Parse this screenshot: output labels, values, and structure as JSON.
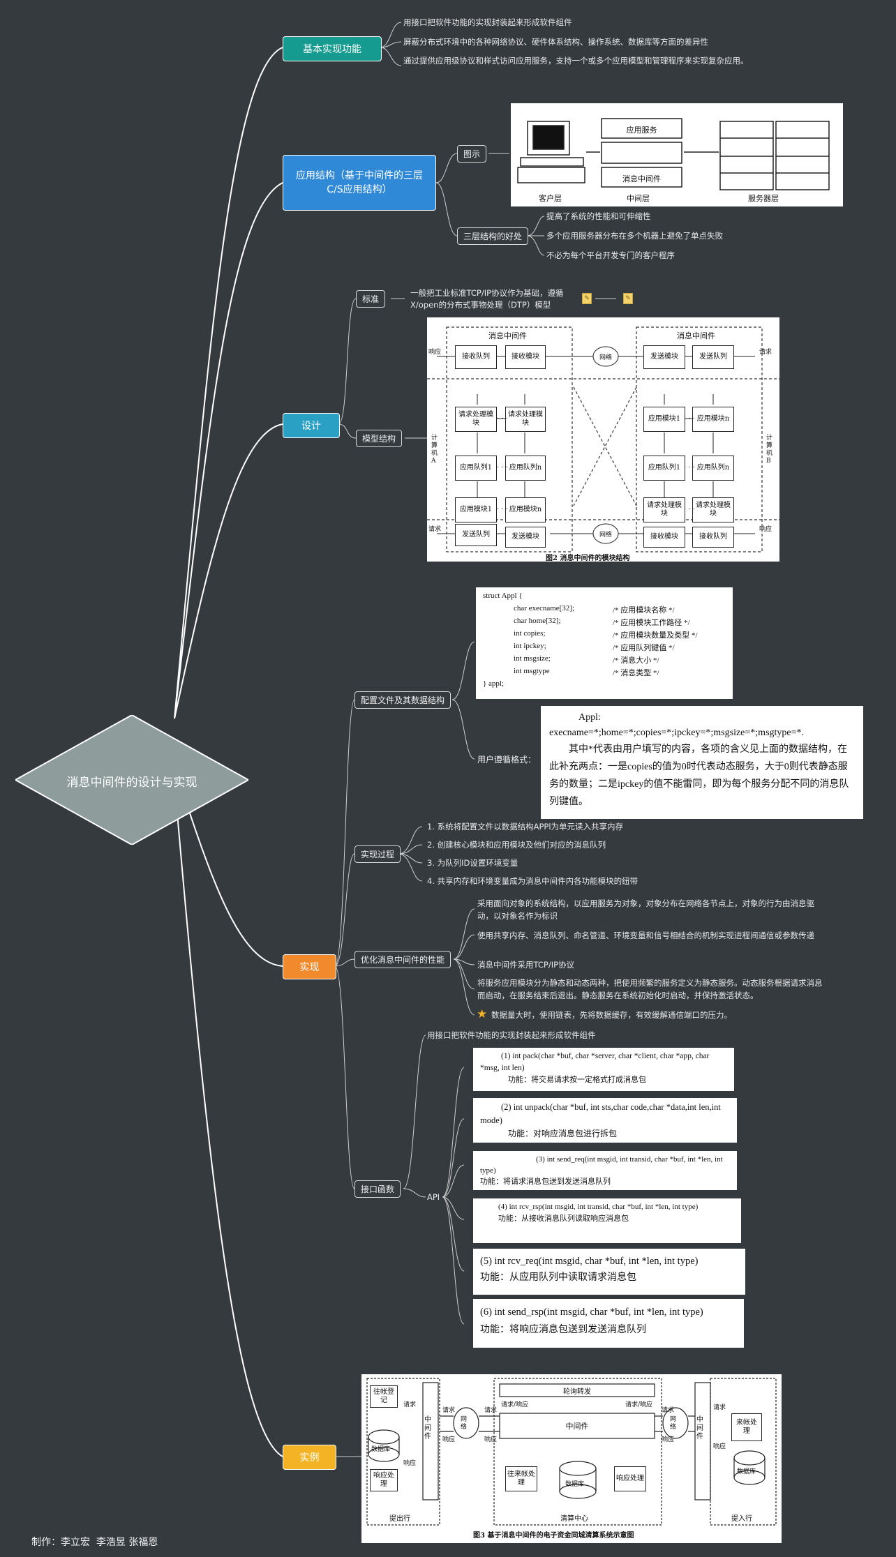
{
  "root": {
    "title": "消息中间件的设计与实现"
  },
  "credit": "制作：李立宏  李浩昱 张福恩",
  "basic": {
    "title": "基本实现功能",
    "items": [
      "用接口把软件功能的实现封装起来形成软件组件",
      "屏蔽分布式环境中的各种网络协议、硬件体系结构、操作系统、数据库等方面的差异性",
      "通过提供应用级协议和样式访问应用服务，支持一个或多个应用模型和管理程序来实现复杂应用。"
    ]
  },
  "structure": {
    "title": "应用结构（基于中间件的三层C/S应用结构）",
    "diagram_label": "图示",
    "diagram": {
      "app_service": "应用服务",
      "mq_middleware": "消息中间件",
      "client": "客户层",
      "middle": "中间层",
      "server": "服务器层"
    },
    "benefit_label": "三层结构的好处",
    "benefits": [
      "提高了系统的性能和可伸缩性",
      "多个应用服务器分布在多个机器上避免了单点失败",
      "不必为每个平台开发专门的客户程序"
    ]
  },
  "design": {
    "title": "设计",
    "standard_label": "标准",
    "standard_text": "一般把工业标准TCP/IP协议作为基础，遵循X/open的分布式事物处理（DTP）模型",
    "model_label": "模型结构",
    "fig2": {
      "left_title": "消息中间件",
      "right_title": "消息中间件",
      "recv_queue": "接收队列",
      "recv_module": "接收模块",
      "send_module": "发送模块",
      "send_queue": "发送队列",
      "req_proc_module": "请求处理模块",
      "app_module_1": "应用模块1",
      "app_module_n": "应用模块n",
      "app_queue_1": "应用队列1",
      "app_queue_n": "应用队列n",
      "network": "网络",
      "response": "响应",
      "request": "请求",
      "computer_a": "计算机A",
      "computer_b": "计算机B",
      "dots": "· · ·",
      "caption": "图2  消息中间件的模块结构"
    }
  },
  "impl": {
    "title": "实现",
    "config_label": "配置文件及其数据结构",
    "struct_code": [
      {
        "code": "struct Appl {",
        "comment": ""
      },
      {
        "code": "char execname[32];",
        "comment": "/* 应用模块名称 */"
      },
      {
        "code": "char home[32];",
        "comment": "/* 应用模块工作路径 */"
      },
      {
        "code": "int copies;",
        "comment": "/* 应用模块数量及类型 */"
      },
      {
        "code": "int  ipckey;",
        "comment": "/* 应用队列键值 */"
      },
      {
        "code": "int msgsize;",
        "comment": "/* 消息大小 */"
      },
      {
        "code": "int  msgtype",
        "comment": "/* 消息类型 */"
      },
      {
        "code": "} appl;",
        "comment": ""
      }
    ],
    "user_format_label": "用户遵循格式：",
    "user_format_head": "Appl: execname=*;home=*;copies=*;ipckey=*;msgsize=*;msgtype=*.",
    "user_format_body": "其中*代表由用户填写的内容，各项的含义见上面的数据结构，在此补充两点：一是copies的值为0时代表动态服务，大于0则代表静态服务的数量；二是ipckey的值不能雷同，即为每个服务分配不同的消息队列键值。",
    "process_label": "实现过程",
    "process_steps": [
      "1. 系统将配置文件以数据结构APPl为单元读入共享内存",
      "2. 创建核心模块和应用模块及他们对应的消息队列",
      "3. 为队列ID设置环境变量",
      "4. 共享内存和环境变量成为消息中间件内各功能模块的纽带"
    ],
    "perf_label": "优化消息中间件的性能",
    "perf_items": [
      "采用面向对象的系统结构，以应用服务为对象，对象分布在网络各节点上，对象的行为由消息驱动，以对象名作为标识",
      "使用共享内存、消息队列、命名管道、环境变量和信号相结合的机制实现进程间通信或参数传递",
      "消息中间件采用TCP/IP协议",
      "将服务应用模块分为静态和动态两种，把使用频繁的服务定义为静态服务。动态服务根据请求消息而启动，在服务结束后退出。静态服务在系统初始化时启动，并保持激活状态。",
      "数据量大时，使用链表，先将数据缓存，有效缓解通信端口的压力。"
    ],
    "api_label": "接口函数",
    "api_desc": "用接口把软件功能的实现封装起来形成软件组件",
    "api_group": "API",
    "apis": [
      {
        "sig": "(1) int pack(char *buf, char *server, char *client, char *app, char *msg, int len)",
        "func": "功能：将交易请求按一定格式打成消息包"
      },
      {
        "sig": "(2) int unpack(char *buf, int sts,char code,char *data,int len,int mode)",
        "func": "功能：对响应消息包进行拆包"
      },
      {
        "sig": "(3) int send_req(int msgid, int transid, char *buf, int *len, int type)",
        "func": "功能：将请求消息包送到发送消息队列"
      },
      {
        "sig": "(4) int rcv_rsp(int msgid, int transid, char *buf, int *len, int type)",
        "func": "功能：从接收消息队列读取响应消息包"
      },
      {
        "sig": "(5) int rcv_req(int msgid, char *buf, int *len, int type)",
        "func": "功能：从应用队列中读取请求消息包"
      },
      {
        "sig": "(6) int send_rsp(int msgid, char *buf, int *len, int type)",
        "func": "功能：将响应消息包送到发送消息队列"
      }
    ]
  },
  "example": {
    "title": "实例",
    "fig3": {
      "poll": "轮询转发",
      "middleware": "中间件",
      "db": "数据库",
      "reg": "往帐登记",
      "resp_proc": "响应处理",
      "req": "请求",
      "resp": "响应",
      "req_resp": "请求/响应",
      "network": "网络",
      "in_proc": "来帐处理",
      "out_proc": "往来帐处理",
      "out_bank": "提出行",
      "center": "清算中心",
      "in_bank": "提入行",
      "caption": "图3  基于消息中间件的电子资金同城清算系统示意图"
    }
  },
  "colors": {
    "bg": "#353a3f",
    "teal": "#159b8f",
    "blue": "#2f89d6",
    "cyan": "#2aa0c4",
    "orange": "#f08a2c",
    "gold": "#f4b324",
    "root": "#8e9c9c"
  }
}
